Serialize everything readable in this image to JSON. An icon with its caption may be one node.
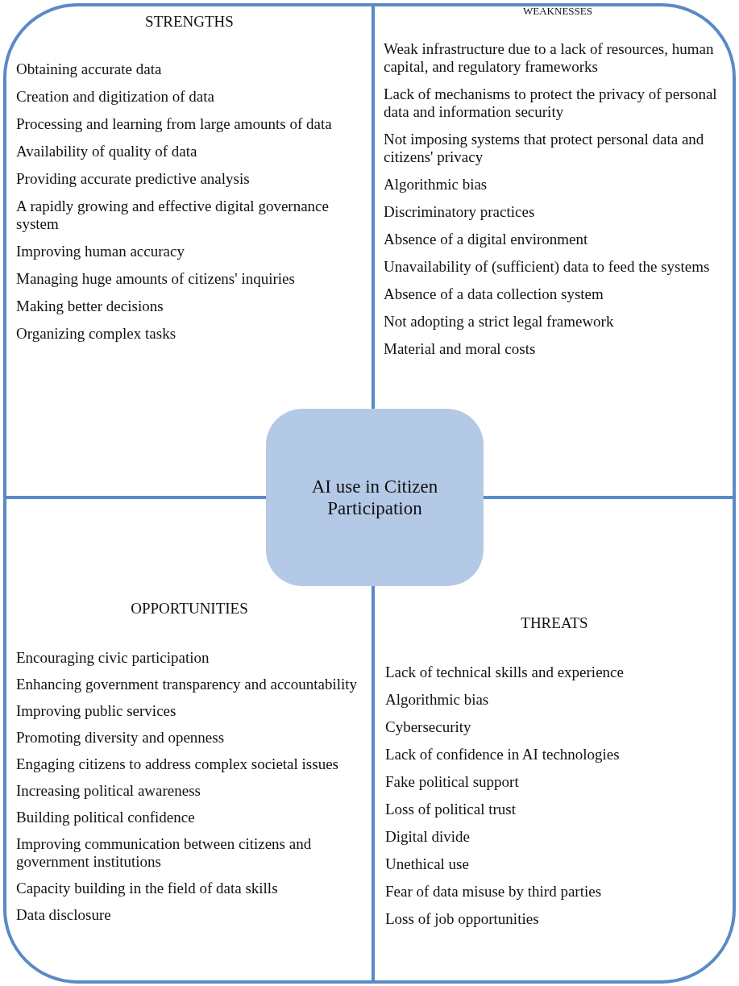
{
  "diagram": {
    "nodes": [
      {
        "text": [
          "STRENGTHS",
          "Obtaining accurate data",
          "Creation and digitization of data",
          "Processing and learning from large amounts of data",
          "Availability of quality of data",
          "Providing accurate predictive analysis",
          "A rapidly growing and effective digital governance system",
          "Improving human accuracy",
          "Managing huge amounts of citizens' inquiries",
          "Making better decisions",
          "Organizing complex tasks"
        ]
      },
      {
        "text": [
          "WEAKNESSES",
          "Weak infrastructure due to a lack of resources, human capital, and regulatory frameworks",
          "Lack of mechanisms to protect the privacy of personal data and information security",
          "Not imposing systems that protect personal data and citizens' privacy",
          "Algorithmic bias",
          "Discriminatory practices",
          "Absence of a digital environment",
          "Unavailability of (sufficient) data to feed the systems",
          "Absence of a data collection system",
          "Not adopting a strict legal framework",
          "Material and moral costs"
        ]
      },
      {
        "text": [
          "OPPORTUNITIES",
          "Encouraging civic participation",
          "Enhancing government transparency and accountability",
          "Improving public services",
          "Promoting diversity and openness",
          "Engaging citizens to address complex societal issues",
          "Increasing political awareness",
          "Building political confidence",
          "Improving communication between citizens and government institutions",
          "Capacity building in the field of data skills",
          "Data disclosure"
        ]
      },
      {
        "text": [
          "THREATS",
          "Lack of technical skills and experience",
          "Algorithmic bias",
          "Cybersecurity",
          "Lack of confidence in AI technologies",
          "Fake political support",
          "Loss of political trust",
          "Digital divide",
          "Unethical use",
          "Fear of data misuse by third parties",
          "Loss of job opportunities"
        ]
      },
      {
        "text": [
          "AI use in Citizen Participation"
        ]
      }
    ]
  }
}
